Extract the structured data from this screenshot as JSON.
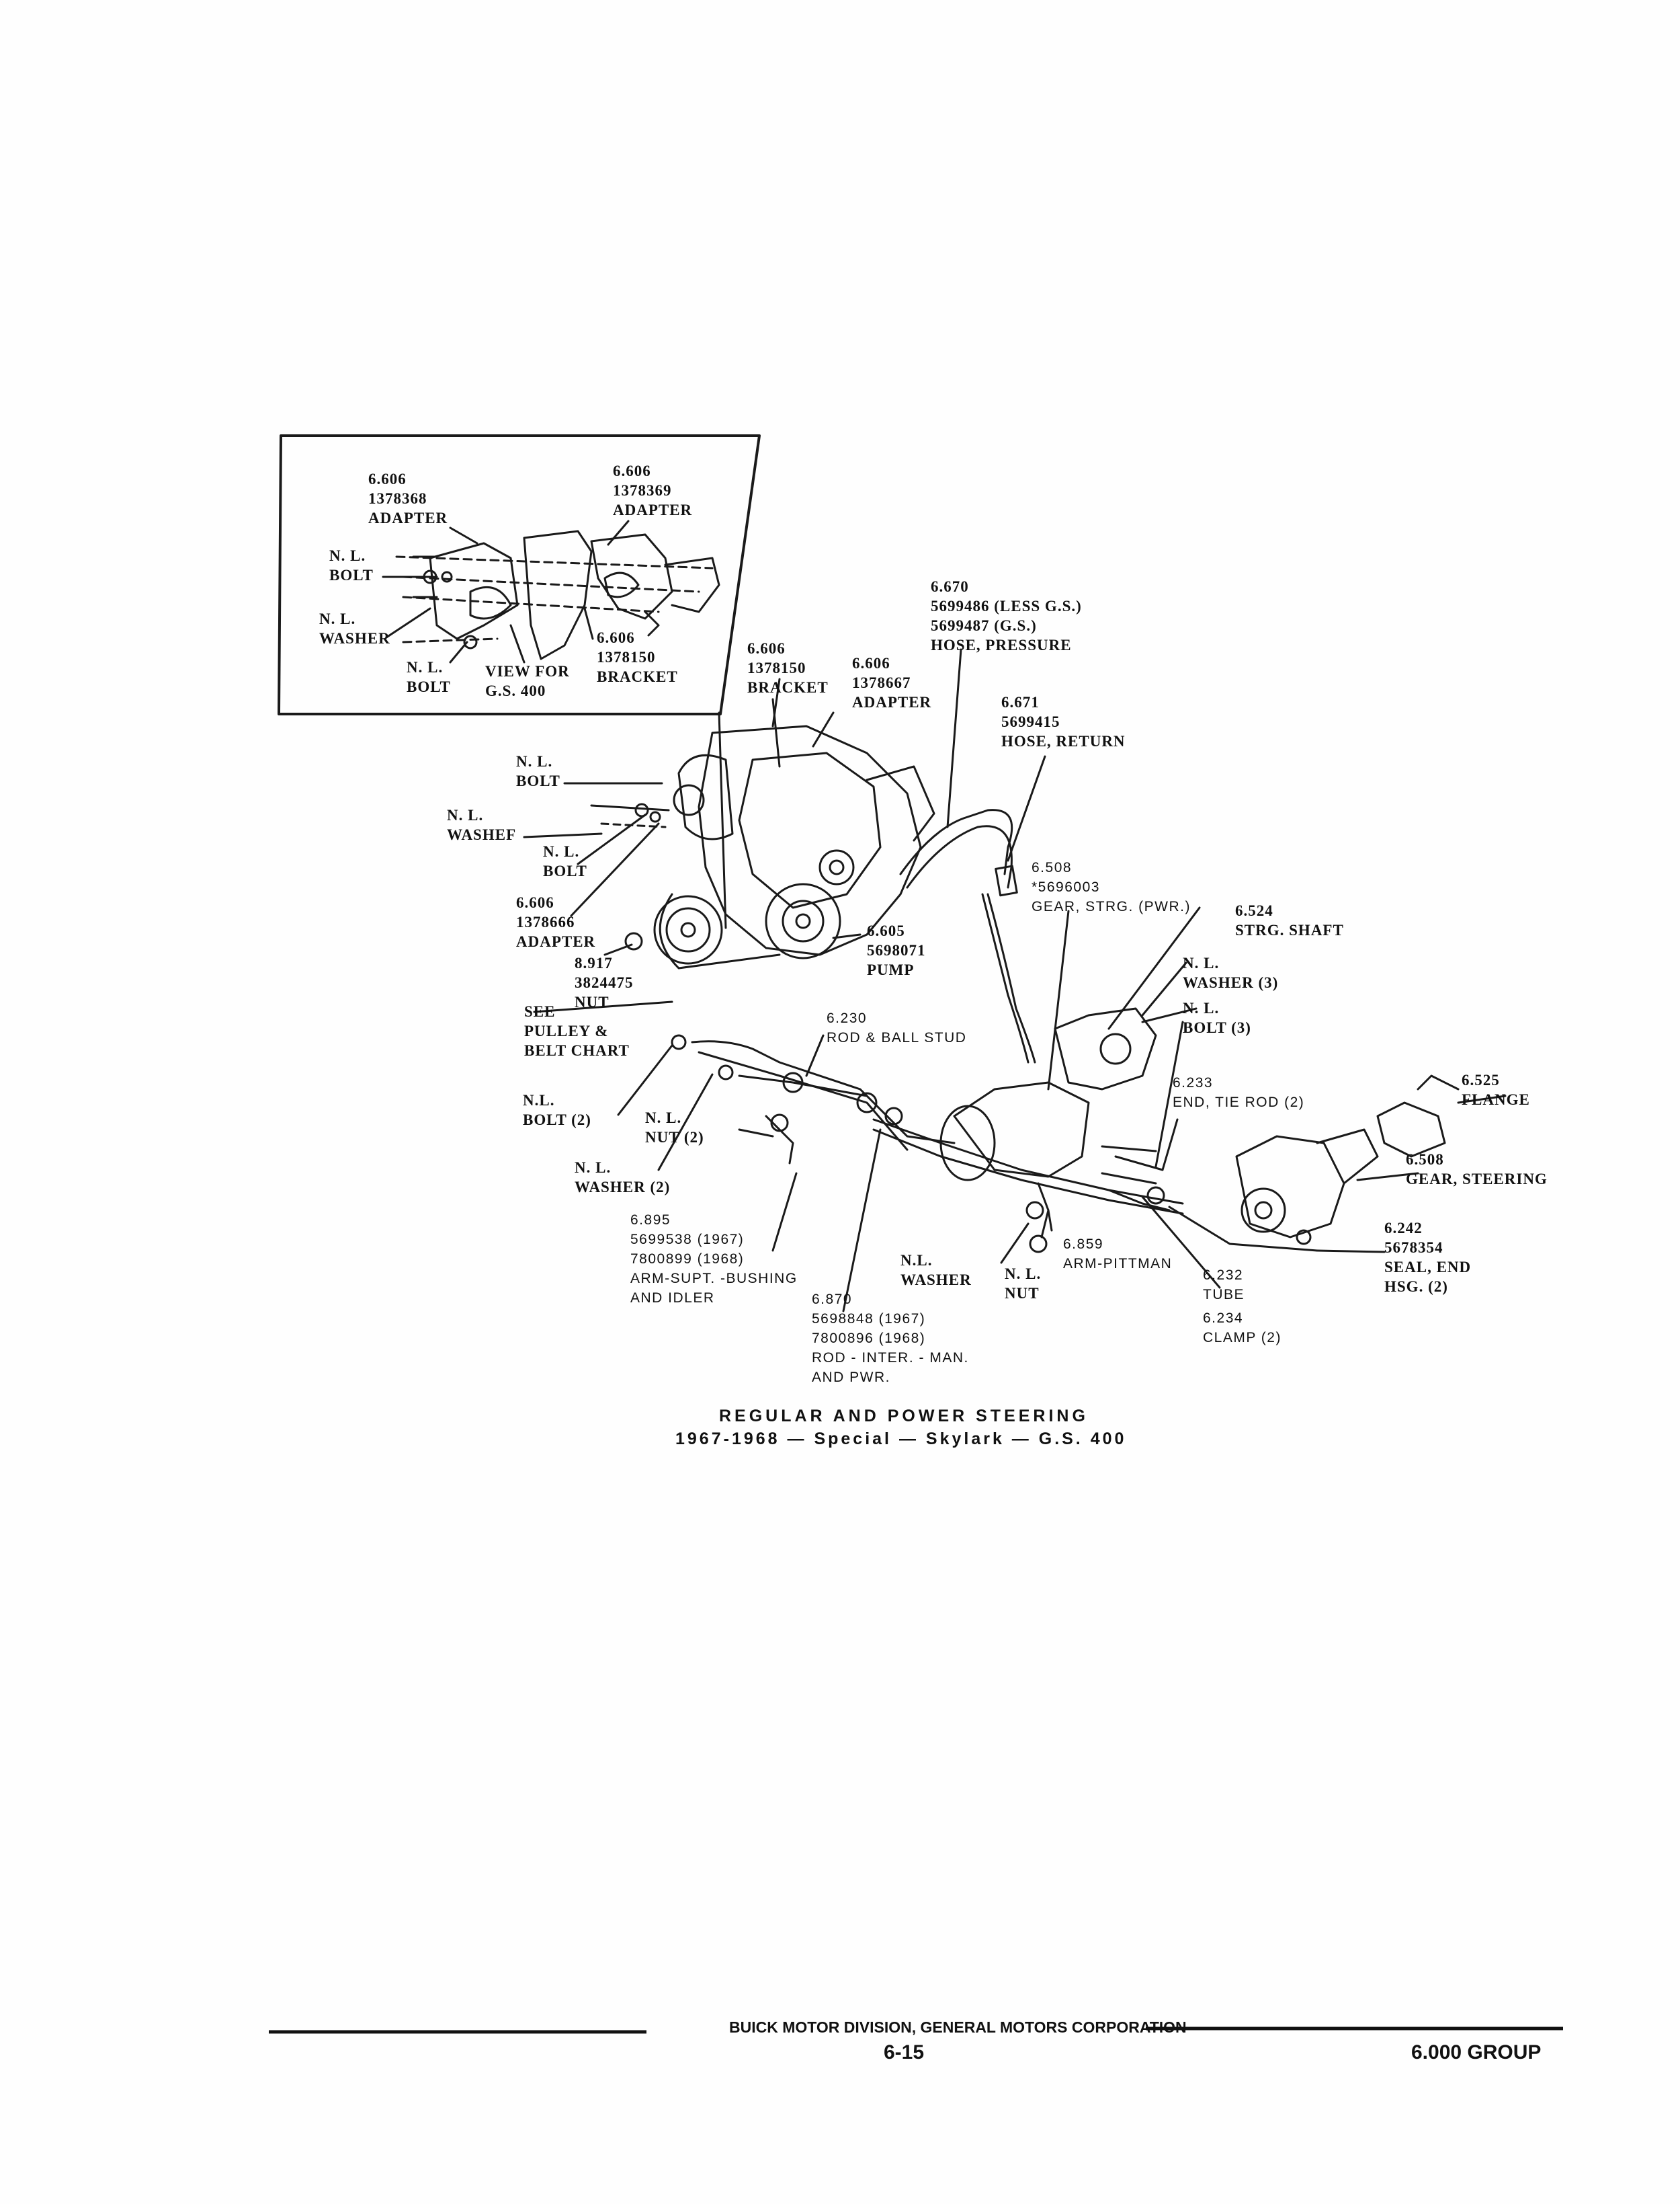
{
  "inset": {
    "adapter_left": [
      "6.606",
      "1378368",
      "ADAPTER"
    ],
    "adapter_right": [
      "6.606",
      "1378369",
      "ADAPTER"
    ],
    "bolt_upper": [
      "N. L.",
      "BOLT"
    ],
    "washer": [
      "N. L.",
      "WASHER"
    ],
    "bolt_lower": [
      "N. L.",
      "BOLT"
    ],
    "view_for": [
      "VIEW FOR",
      "G.S. 400"
    ],
    "bracket": [
      "6.606",
      "1378150",
      "BRACKET"
    ]
  },
  "labels": {
    "hose_pressure": [
      "6.670",
      "5699486 (LESS G.S.)",
      "5699487 (G.S.)",
      "HOSE, PRESSURE"
    ],
    "bracket_main": [
      "6.606",
      "1378150",
      "BRACKET"
    ],
    "adapter_main": [
      "6.606",
      "1378667",
      "ADAPTER"
    ],
    "hose_return": [
      "6.671",
      "5699415",
      "HOSE, RETURN"
    ],
    "nl_bolt_1": [
      "N. L.",
      "BOLT"
    ],
    "nl_washer_1": [
      "N. L.",
      "WASHEF"
    ],
    "nl_bolt_2": [
      "N. L.",
      "BOLT"
    ],
    "adapter_1378666": [
      "6.606",
      "1378666",
      "ADAPTER"
    ],
    "nut_8917": [
      "8.917",
      "3824475",
      "NUT"
    ],
    "pump": [
      "6.605",
      "5698071",
      "PUMP"
    ],
    "gear_pwr": [
      "6.508",
      "*5696003",
      "GEAR, STRG. (PWR.)"
    ],
    "strg_shaft": [
      "6.524",
      "STRG. SHAFT"
    ],
    "nl_washer_3": [
      "N. L.",
      "WASHER (3)"
    ],
    "nl_bolt_3": [
      "N. L.",
      "BOLT (3)"
    ],
    "see_pulley": [
      "SEE",
      "PULLEY &",
      "BELT CHART"
    ],
    "rod_ball_stud": [
      "6.230",
      "ROD & BALL STUD"
    ],
    "nl_bolt_2x": [
      "N.L.",
      "BOLT (2)"
    ],
    "nl_nut_2x": [
      "N. L.",
      "NUT (2)"
    ],
    "nl_washer_2x": [
      "N. L.",
      "WASHER (2)"
    ],
    "end_tie_rod": [
      "6.233",
      "END, TIE ROD (2)"
    ],
    "flange": [
      "6.525",
      "FLANGE"
    ],
    "gear_steering": [
      "6.508",
      "GEAR, STEERING"
    ],
    "arm_supt": [
      "6.895",
      "5699538 (1967)",
      "7800899 (1968)",
      "ARM-SUPT. -BUSHING",
      "AND IDLER"
    ],
    "nl_washer_low": [
      "N.L.",
      "WASHER"
    ],
    "nl_nut_low": [
      "N. L.",
      "NUT"
    ],
    "arm_pittman": [
      "6.859",
      "ARM-PITTMAN"
    ],
    "seal_end": [
      "6.242",
      "5678354",
      "SEAL, END",
      "HSG. (2)"
    ],
    "tube": [
      "6.232",
      "TUBE"
    ],
    "clamp": [
      "6.234",
      "CLAMP (2)"
    ],
    "rod_inter": [
      "6.870",
      "5698848 (1967)",
      "7800896 (1968)",
      "ROD - INTER. - MAN.",
      "AND PWR."
    ]
  },
  "caption": {
    "line1": "REGULAR AND POWER STEERING",
    "line2": "1967-1968 — Special — Skylark — G.S. 400"
  },
  "footer": {
    "division": "BUICK MOTOR DIVISION, GENERAL MOTORS CORPORATION",
    "page_number": "6-15",
    "group": "6.000 GROUP"
  }
}
